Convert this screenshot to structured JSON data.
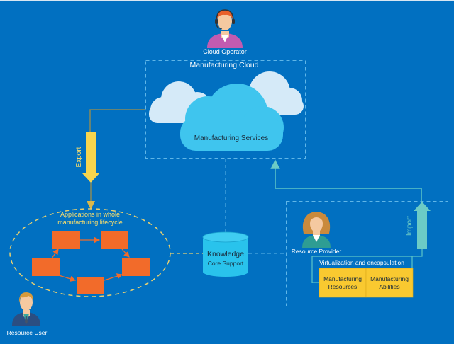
{
  "title": "Cloud Manufacturing",
  "colors": {
    "background": "#0170c1",
    "dashed_border": "#5fb6e8",
    "cloud_front": "#3fc5ee",
    "cloud_back": "#d5eaf8",
    "export_arrow": "#f7d54e",
    "export_line": "#8a8a5a",
    "import_arrow": "#6ccbc6",
    "import_line": "#5ec6c8",
    "lifecycle_box": "#f26b2a",
    "lifecycle_ellipse": "#e8d070",
    "database": "#29c3ec",
    "resource_box": "#f9c930",
    "text_light": "#ffffff",
    "text_yellow": "#ffe06a",
    "text_dark": "#1a2a3a"
  },
  "actors": {
    "cloud_operator": {
      "label": "Cloud Operator",
      "icon": "operator-headset-icon"
    },
    "resource_user": {
      "label": "Resource User",
      "icon": "male-user-icon"
    },
    "resource_provider": {
      "label": "Resource Provider",
      "icon": "female-user-icon"
    }
  },
  "cloud": {
    "container_label": "Manufacturing Cloud",
    "services_label": "Manufacturing Services"
  },
  "export": {
    "label": "Export"
  },
  "import": {
    "label": "Import"
  },
  "lifecycle": {
    "label_line1": "Applications in whole",
    "label_line2": "manufacturing lifecycle",
    "boxes": 5
  },
  "knowledge": {
    "line1": "Knowledge",
    "line2": "Core Support"
  },
  "provider": {
    "virtualization_label": "Virtualization and encapsulation",
    "resources": [
      {
        "line1": "Manufacturing",
        "line2": "Resources"
      },
      {
        "line1": "Manufacturing",
        "line2": "Abilities"
      }
    ]
  }
}
